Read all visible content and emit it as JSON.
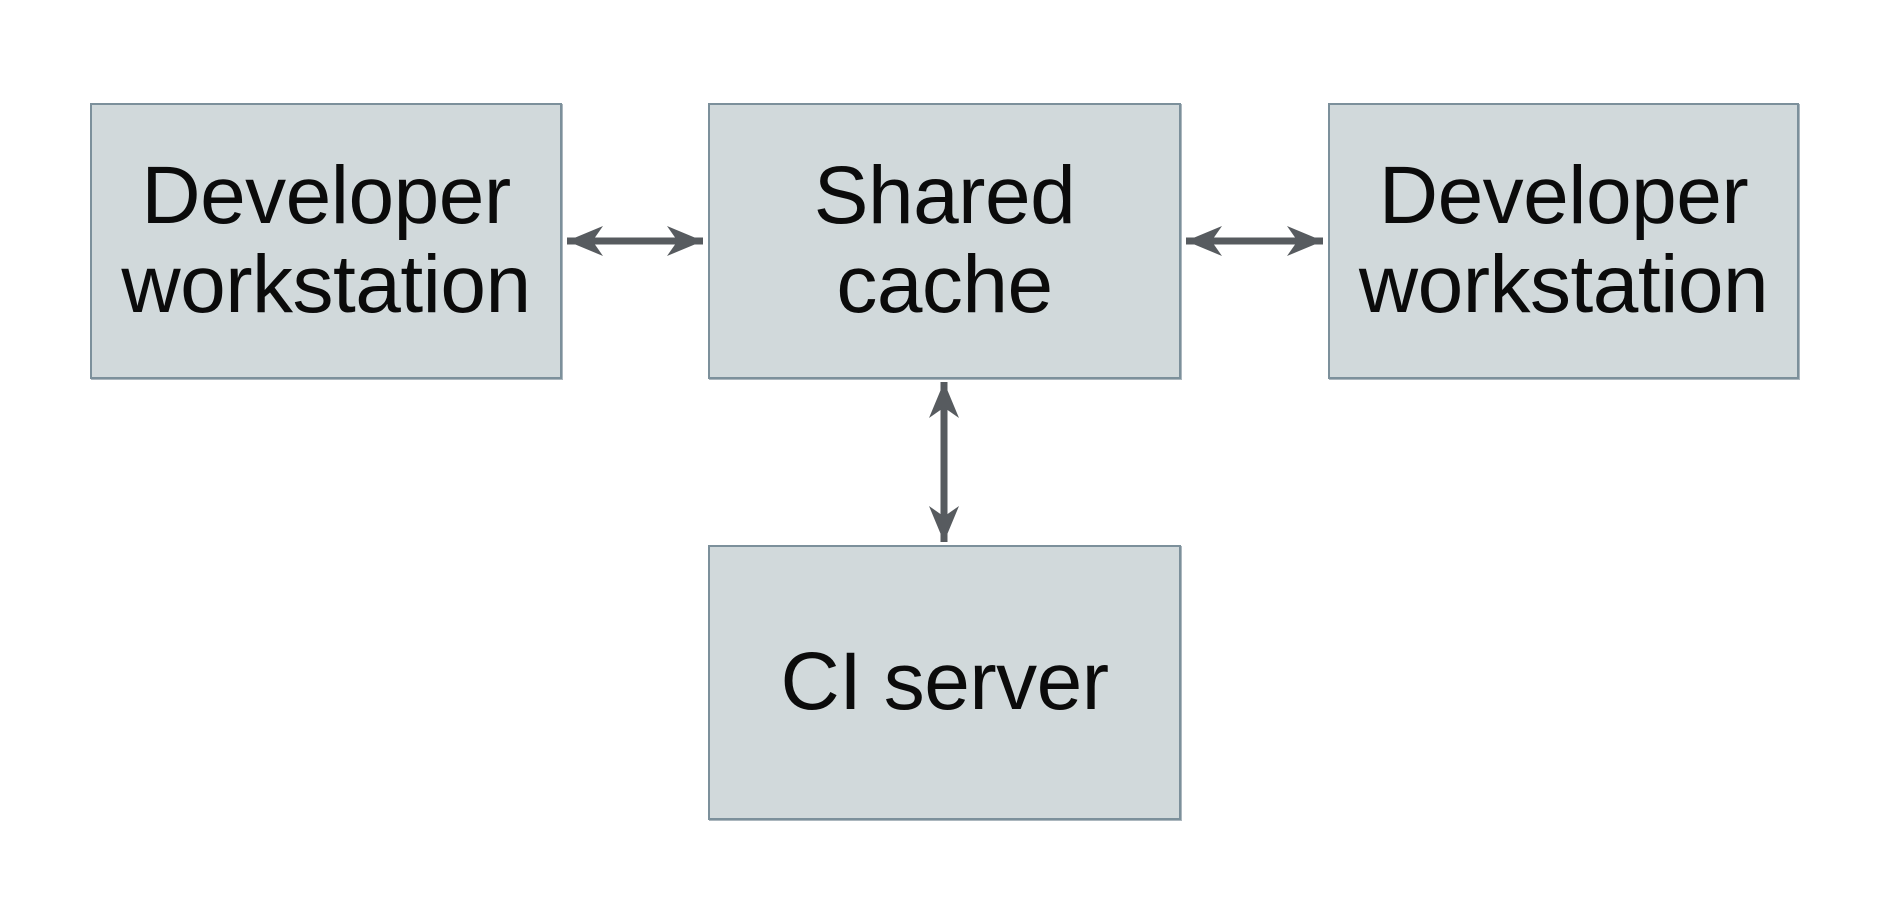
{
  "diagram": {
    "nodes": {
      "dev_left": {
        "label": "Developer workstation"
      },
      "shared_cache": {
        "label": "Shared cache"
      },
      "dev_right": {
        "label": "Developer workstation"
      },
      "ci_server": {
        "label": "CI server"
      }
    },
    "edges": [
      {
        "from": "dev_left",
        "to": "shared_cache",
        "direction": "bidirectional"
      },
      {
        "from": "shared_cache",
        "to": "dev_right",
        "direction": "bidirectional"
      },
      {
        "from": "shared_cache",
        "to": "ci_server",
        "direction": "bidirectional"
      }
    ],
    "colors": {
      "background": "#ffffff",
      "node_fill": "#d1d9db",
      "node_border": "#7c909b",
      "arrow": "#575b5f",
      "text": "#0b0b0b"
    }
  }
}
